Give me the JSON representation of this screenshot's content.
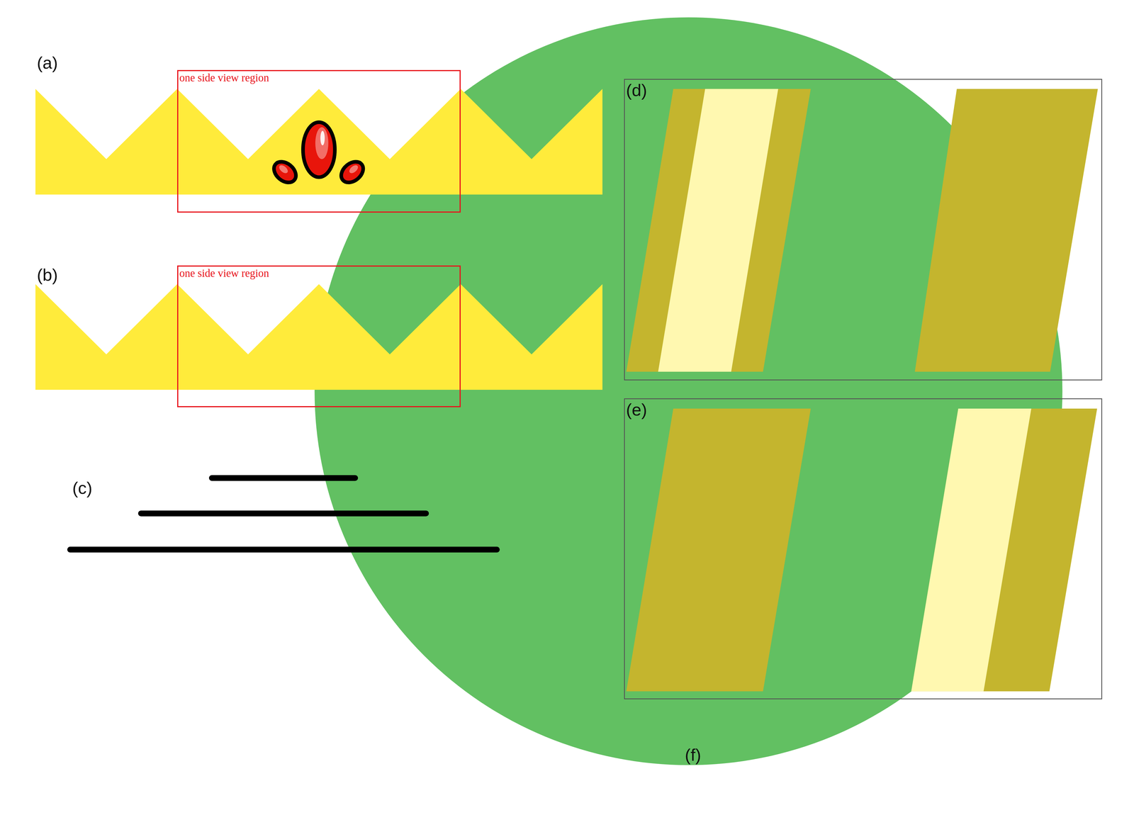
{
  "diagram": {
    "nodes": [
      {
        "text": [
          "one side view region"
        ]
      },
      {
        "text": [
          "one side view region"
        ]
      },
      {
        "text": [
          "(d)"
        ]
      },
      {
        "text": [
          "(e)"
        ]
      }
    ],
    "labels": [
      "(a)",
      "(b)",
      "(c)",
      "(f)"
    ]
  }
}
